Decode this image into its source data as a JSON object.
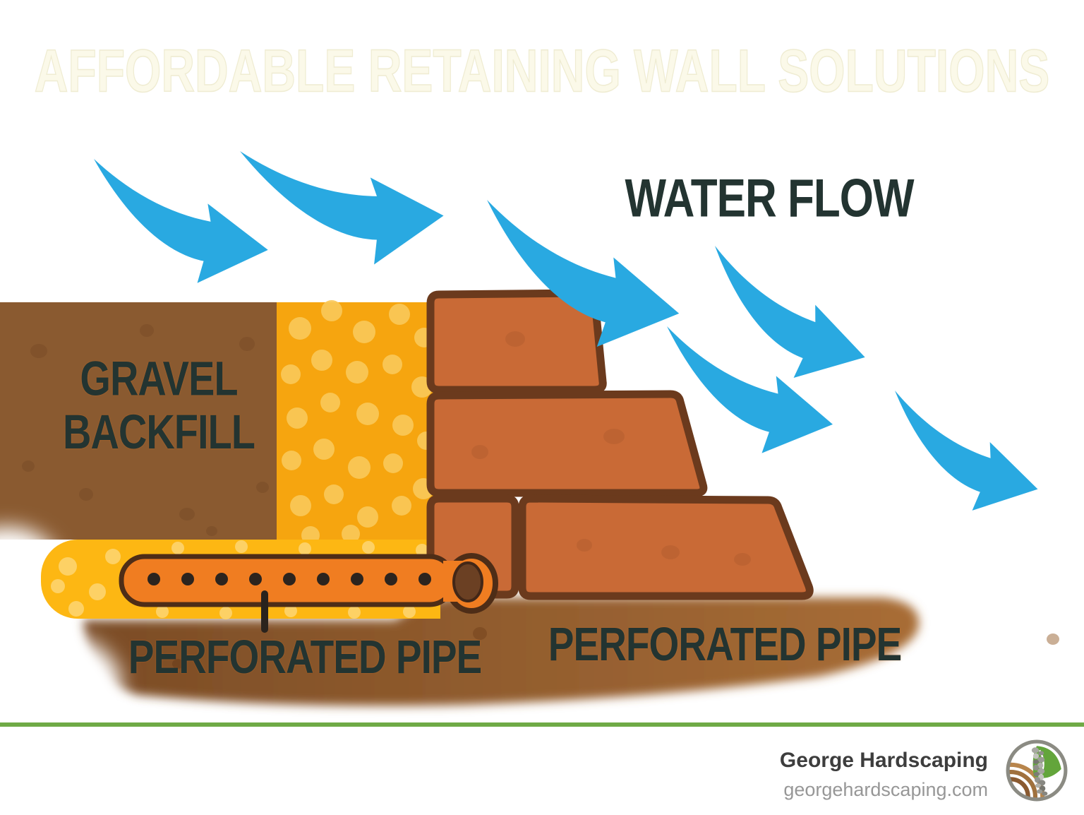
{
  "title": "AFFORDABLE RETAINING WALL SOLUTIONS",
  "labels": {
    "water_flow": "WATER FLOW",
    "gravel_line1": "GRAVEL",
    "gravel_line2": "BACKFILL",
    "pipe_left": "PERFORATED PIPE",
    "pipe_right": "PERFORATED PIPE"
  },
  "footer": {
    "company": "George Hardscaping",
    "website": "georgehardscaping.com"
  },
  "icons": {
    "logo": "hardscaping-leaf-pebbles-logo",
    "arrows": "water-flow-arrow"
  },
  "colors": {
    "arrow-blue": "#29a9e1",
    "label-dark": "#233431",
    "title-faint": "#fbf9e9",
    "soil-brown": "#8a5a30",
    "soil-speck": "#6f4423",
    "gravel-amber": "#f6a50f",
    "gravel-dot": "#fac858",
    "strip-yellow": "#fdb713",
    "strip-dot": "#fdd36a",
    "pipe-orange": "#f07d21",
    "pipe-outline": "#4e2d17",
    "pipe-hole": "#2c241e",
    "pipe-bore": "#6b4023",
    "brick-fill": "#c96a36",
    "brick-outline": "#6b3a1d",
    "ground-left": "#7b4c26",
    "ground-right": "#a86d36",
    "green-line": "#6faa46",
    "footer-dark": "#3d3d3d",
    "footer-gray": "#979797"
  }
}
